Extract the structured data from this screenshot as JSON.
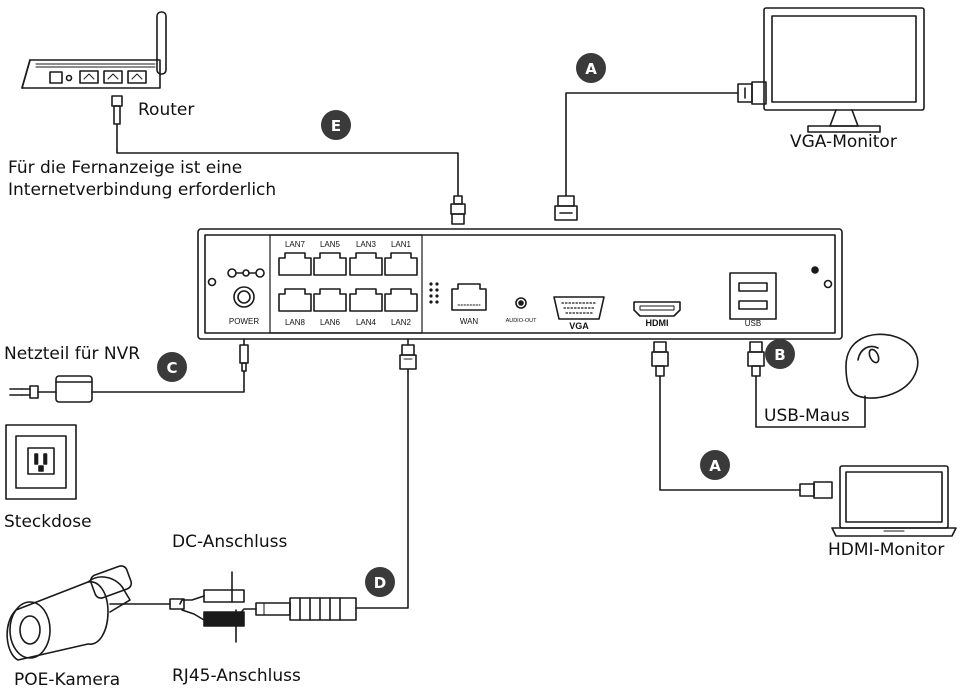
{
  "labels": {
    "router": "Router",
    "remote_note_line1": "Für die Fernanzeige ist eine",
    "remote_note_line2": "Internetverbindung erforderlich",
    "vga_monitor": "VGA-Monitor",
    "power_supply": "Netzteil für NVR",
    "outlet": "Steckdose",
    "usb_mouse": "USB-Maus",
    "hdmi_monitor": "HDMI-Monitor",
    "dc_port": "DC-Anschluss",
    "rj45_port": "RJ45-Anschluss",
    "poe_camera": "POE-Kamera"
  },
  "badges": {
    "vga_cable": "A",
    "hdmi_cable": "A",
    "usb": "B",
    "power": "C",
    "camera": "D",
    "router": "E"
  },
  "nvr_ports": {
    "lan_top": [
      "LAN7",
      "LAN5",
      "LAN3",
      "LAN1"
    ],
    "lan_bottom": [
      "LAN8",
      "LAN6",
      "LAN4",
      "LAN2"
    ],
    "power": "POWER",
    "wan": "WAN",
    "audio_out": "AUDIO-OUT",
    "vga": "VGA",
    "hdmi": "HDMI",
    "usb": "USB"
  },
  "colors": {
    "badge": "#3a3a3a",
    "line": "#1a1a1a"
  }
}
